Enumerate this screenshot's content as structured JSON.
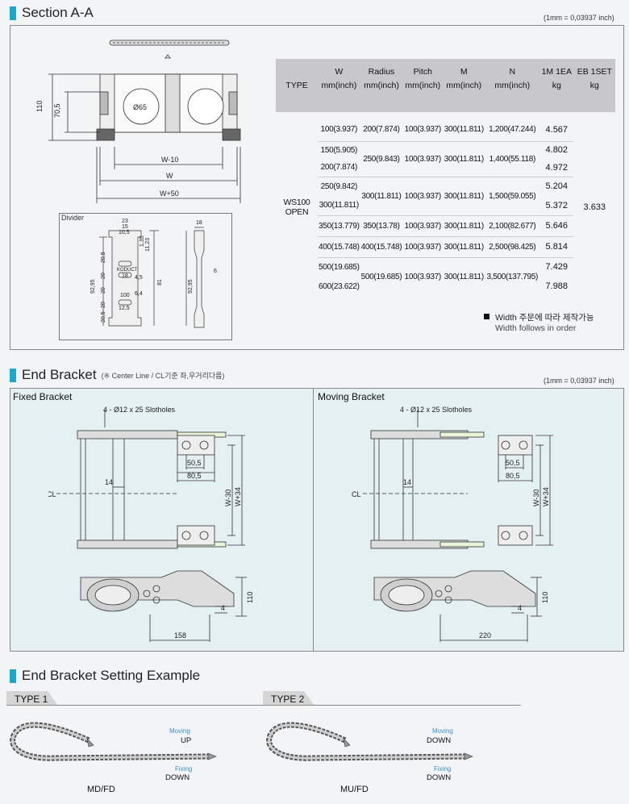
{
  "section_a": {
    "title": "Section A-A",
    "unit_note": "(1mm = 0,03937 inch)",
    "drawing": {
      "dims": [
        "110",
        "70,5",
        "Ø65",
        "W-10",
        "W",
        "W+50"
      ],
      "divider_label": "Divider",
      "divider_dims": [
        "23",
        "15",
        "10,5",
        "1,35",
        "11,23",
        "20,5",
        "20",
        "20",
        "20",
        "20,5",
        "92,95",
        "81",
        "18",
        "100",
        "4,5",
        "6,4",
        "12,5",
        "KODUCT",
        "18",
        "6",
        "92,95"
      ]
    },
    "table": {
      "headers": [
        {
          "top": "TYPE",
          "bottom": ""
        },
        {
          "top": "W",
          "bottom": "mm(inch)"
        },
        {
          "top": "Radius",
          "bottom": "mm(inch)"
        },
        {
          "top": "Pitch",
          "bottom": "mm(inch)"
        },
        {
          "top": "M",
          "bottom": "mm(inch)"
        },
        {
          "top": "N",
          "bottom": "mm(inch)"
        },
        {
          "top": "1M 1EA",
          "bottom": "kg"
        },
        {
          "top": "EB 1SET",
          "bottom": "kg"
        }
      ],
      "type_label": [
        "WS100",
        "OPEN"
      ],
      "w_values": [
        "100(3.937)",
        "150(5.905)",
        "200(7.874)",
        "250(9.842)",
        "300(11.811)",
        "350(13.779)",
        "400(15.748)",
        "500(19.685)",
        "600(23.622)"
      ],
      "groups": [
        {
          "radius": "200(7.874)",
          "pitch": "100(3.937)",
          "m": "300(11.811)",
          "n": "1,200(47.244)"
        },
        {
          "radius": "250(9.843)",
          "pitch": "100(3.937)",
          "m": "300(11.811)",
          "n": "1,400(55.118)"
        },
        {
          "radius": "300(11.811)",
          "pitch": "100(3.937)",
          "m": "300(11.811)",
          "n": "1,500(59.055)"
        },
        {
          "radius": "350(13.78)",
          "pitch": "100(3.937)",
          "m": "300(11.811)",
          "n": "2,100(82.677)"
        },
        {
          "radius": "400(15.748)",
          "pitch": "100(3.937)",
          "m": "300(11.811)",
          "n": "2,500(98.425)"
        },
        {
          "radius": "500(19.685)",
          "pitch": "100(3.937)",
          "m": "300(11.811)",
          "n": "3,500(137.795)"
        }
      ],
      "kg_per_m": [
        "4.567",
        "4.802",
        "4.972",
        "5.204",
        "5.372",
        "5.646",
        "5.814",
        "7.429",
        "7.988"
      ],
      "eb_set": "3.633"
    },
    "note_kr": "Width 주문에 따라 제작가능",
    "note_en": "Width follows in order"
  },
  "end_bracket": {
    "title": "End Bracket",
    "subtitle": "(※ Center Line / CL기준 좌,우거리다름)",
    "unit_note": "(1mm = 0,03937 inch)",
    "fixed": {
      "title": "Fixed Bracket",
      "slot_label": "4 - Ø12 x 25 Slotholes",
      "dims": [
        "50,5",
        "80,5",
        "14",
        "CL",
        "W-30",
        "W+34",
        "110",
        "4",
        "158"
      ]
    },
    "moving": {
      "title": "Moving Bracket",
      "slot_label": "4 - Ø12 x 25 Slotholes",
      "dims": [
        "50,5",
        "80,5",
        "14",
        "CL",
        "W-30",
        "W+34",
        "110",
        "4",
        "220"
      ]
    }
  },
  "setting_example": {
    "title": "End Bracket Setting Example",
    "types": [
      {
        "label": "TYPE 1",
        "moving_label": "Moving",
        "moving_dir": "UP",
        "fixing_label": "Fixing",
        "fixing_dir": "DOWN",
        "caption": "MD/FD"
      },
      {
        "label": "TYPE 2",
        "moving_label": "Moving",
        "moving_dir": "DOWN",
        "fixing_label": "Fixing",
        "fixing_dir": "DOWN",
        "caption": "MU/FD"
      }
    ]
  }
}
